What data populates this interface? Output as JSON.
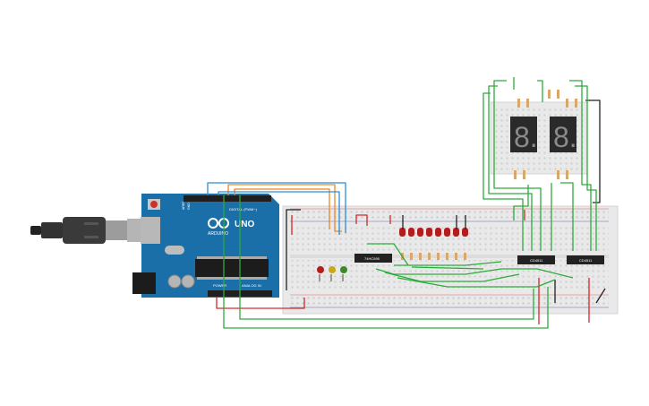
{
  "arduino": {
    "brand": "ARDUINO",
    "model": "UNO",
    "digital_label": "DIGITAL (PWM~)",
    "power_label": "POWER",
    "analog_label": "ANALOG IN",
    "aref_label": "AREF",
    "gnd_label": "GND"
  },
  "chips": {
    "shift_register": "74HC595",
    "decoder_left": "CD4511",
    "decoder_right": "CD4511"
  },
  "displays": {
    "left_digit": "8.",
    "right_digit": "8."
  },
  "colors": {
    "board_blue": "#1b6fa8",
    "breadboard": "#e8e8e8",
    "wire_green": "#2eaa3c",
    "wire_orange": "#e8882a",
    "wire_blue": "#2b8fd6",
    "wire_red": "#d42a2a",
    "wire_black": "#222222",
    "led_red": "#b51c1c",
    "led_yellow": "#c9a81a",
    "led_green": "#3a8a2a"
  },
  "usb": {
    "icon": "usb-cable-icon"
  }
}
